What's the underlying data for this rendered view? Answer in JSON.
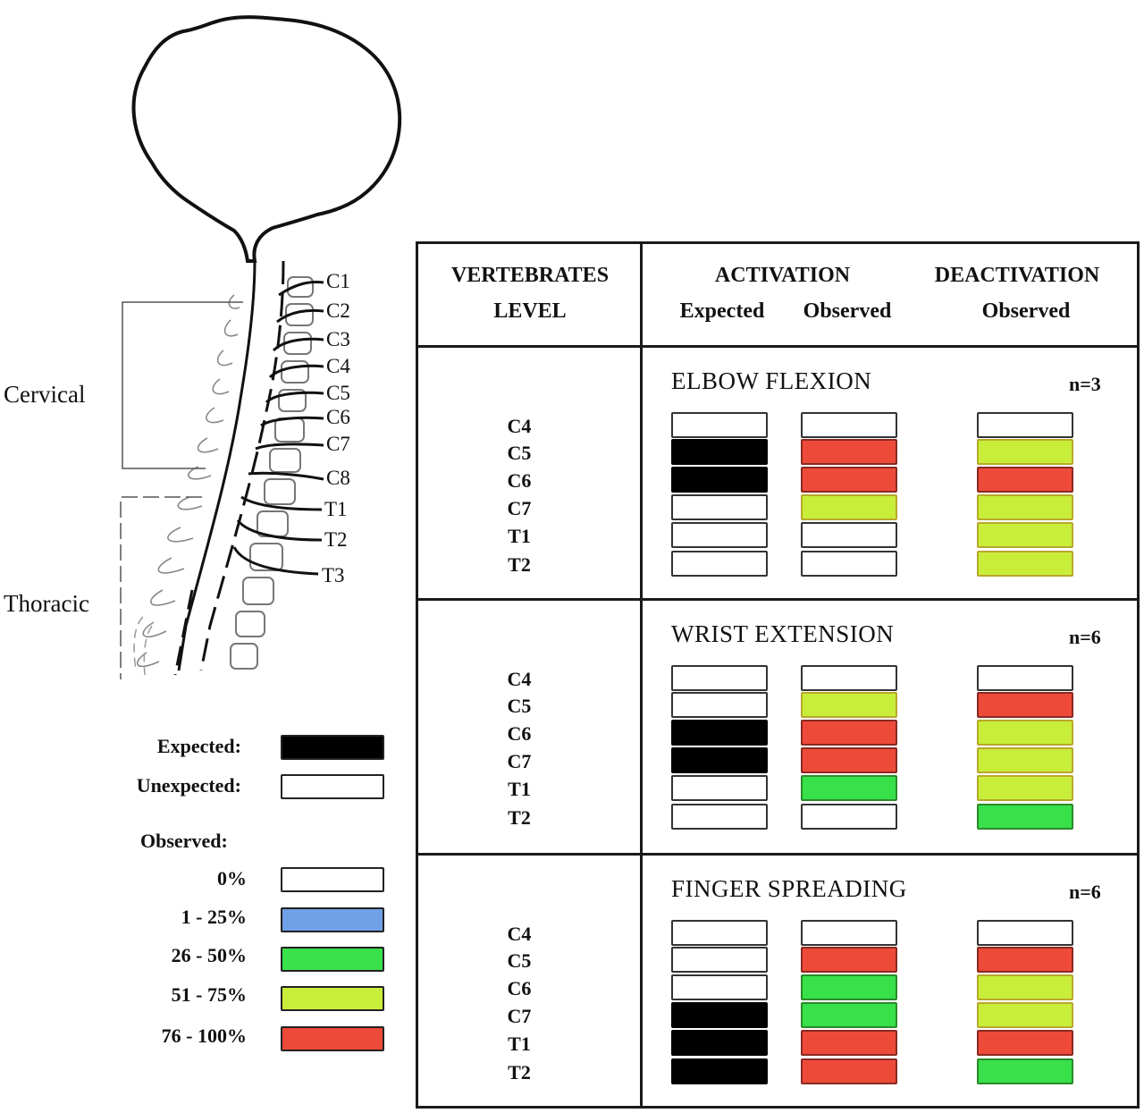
{
  "anatomy": {
    "regions": [
      {
        "name": "Cervical"
      },
      {
        "name": "Thoracic"
      }
    ],
    "levels": [
      "C1",
      "C2",
      "C3",
      "C4",
      "C5",
      "C6",
      "C7",
      "C8",
      "T1",
      "T2",
      "T3"
    ]
  },
  "legend": {
    "expected_label": "Expected:",
    "unexpected_label": "Unexpected:",
    "observed_label": "Observed:",
    "scale": [
      {
        "label": "0%",
        "color": "#ffffff"
      },
      {
        "label": "1 - 25%",
        "color": "#6fa0e8"
      },
      {
        "label": "26 - 50%",
        "color": "#38e04a"
      },
      {
        "label": "51 - 75%",
        "color": "#c9ee3a"
      },
      {
        "label": "76 - 100%",
        "color": "#ee4a3a"
      }
    ],
    "expected_color": "#000000",
    "unexpected_color": "#ffffff"
  },
  "table": {
    "header": {
      "vertebrates_line1": "VERTEBRATES",
      "vertebrates_line2": "LEVEL",
      "activation": "ACTIVATION",
      "deactivation": "DEACTIVATION",
      "expected": "Expected",
      "observed": "Observed",
      "deact_observed": "Observed"
    },
    "levels": [
      "C4",
      "C5",
      "C6",
      "C7",
      "T1",
      "T2"
    ],
    "tasks": [
      {
        "title": "ELBOW FLEXION",
        "n": "n=3",
        "expected": [
          "unexpected",
          "expected",
          "expected",
          "unexpected",
          "unexpected",
          "unexpected"
        ],
        "activation": [
          "0",
          "76-100",
          "76-100",
          "51-75",
          "0",
          "0"
        ],
        "deactivation": [
          "0",
          "51-75",
          "76-100",
          "51-75",
          "51-75",
          "51-75"
        ]
      },
      {
        "title": "WRIST EXTENSION",
        "n": "n=6",
        "expected": [
          "unexpected",
          "unexpected",
          "expected",
          "expected",
          "unexpected",
          "unexpected"
        ],
        "activation": [
          "0",
          "51-75",
          "76-100",
          "76-100",
          "26-50",
          "0"
        ],
        "deactivation": [
          "0",
          "76-100",
          "51-75",
          "51-75",
          "51-75",
          "26-50"
        ]
      },
      {
        "title": "FINGER SPREADING",
        "n": "n=6",
        "expected": [
          "unexpected",
          "unexpected",
          "unexpected",
          "expected",
          "expected",
          "expected"
        ],
        "activation": [
          "0",
          "76-100",
          "26-50",
          "26-50",
          "76-100",
          "76-100"
        ],
        "deactivation": [
          "0",
          "76-100",
          "51-75",
          "51-75",
          "76-100",
          "26-50"
        ]
      }
    ],
    "category_colors": {
      "expected": "#000000",
      "unexpected": "#ffffff",
      "0": "#ffffff",
      "1-25": "#6fa0e8",
      "26-50": "#38e04a",
      "51-75": "#c9ee3a",
      "76-100": "#ee4a3a"
    },
    "observed_border_colors": {
      "0": "#333333",
      "26-50": "#2a8a2a",
      "51-75": "#b8a82a",
      "76-100": "#8a2a22"
    }
  }
}
